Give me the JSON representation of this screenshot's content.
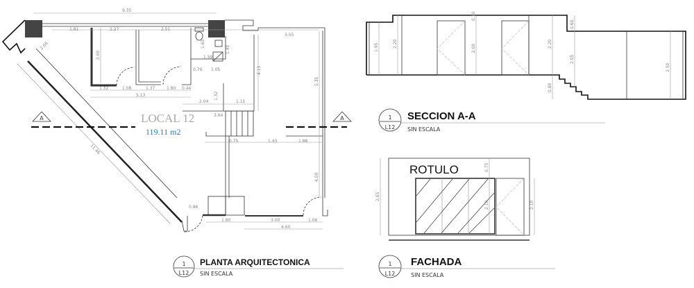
{
  "plan": {
    "title": "PLANTA ARQUITECTONICA",
    "scale": "SIN ESCALA",
    "sheet_num": "1",
    "sheet_id": "L12",
    "room_name": "LOCAL 12",
    "room_area": "119.11 m2",
    "section_marker": "A",
    "dims": [
      "9.35",
      "1.81",
      "2.27",
      "2.51",
      "2.06",
      "2.60",
      "1.65",
      "1.45",
      "1.59",
      "0.79",
      "1.05",
      "3.55",
      "4.15",
      "5.35",
      "1.32",
      "1.08",
      "1.37",
      "1.80",
      "0.44",
      "5.13",
      "1.32",
      "2.04",
      "1.15",
      "3.64",
      "11.46",
      "0.75",
      "1.43",
      "1.88",
      "4.09",
      "0.86",
      "1.80",
      "3.00",
      "1.06",
      "4.60"
    ]
  },
  "section": {
    "title": "SECCION A-A",
    "scale": "SIN ESCALA",
    "sheet_num": "1",
    "sheet_id": "L12",
    "dims": [
      "1.95",
      "2.20",
      "0.10",
      "2.00",
      "2.20",
      "0.60",
      "2.05",
      "0.80",
      "2.50"
    ]
  },
  "facade": {
    "title": "FACHADA",
    "scale": "SIN ESCALA",
    "sheet_num": "1",
    "sheet_id": "L12",
    "sign_label": "ROTULO",
    "dims": [
      "2.65",
      "0.75",
      "2.10",
      "2.10"
    ]
  },
  "colors": {
    "area_text": "#1a7fd4",
    "room_text": "#aaaaaa"
  }
}
